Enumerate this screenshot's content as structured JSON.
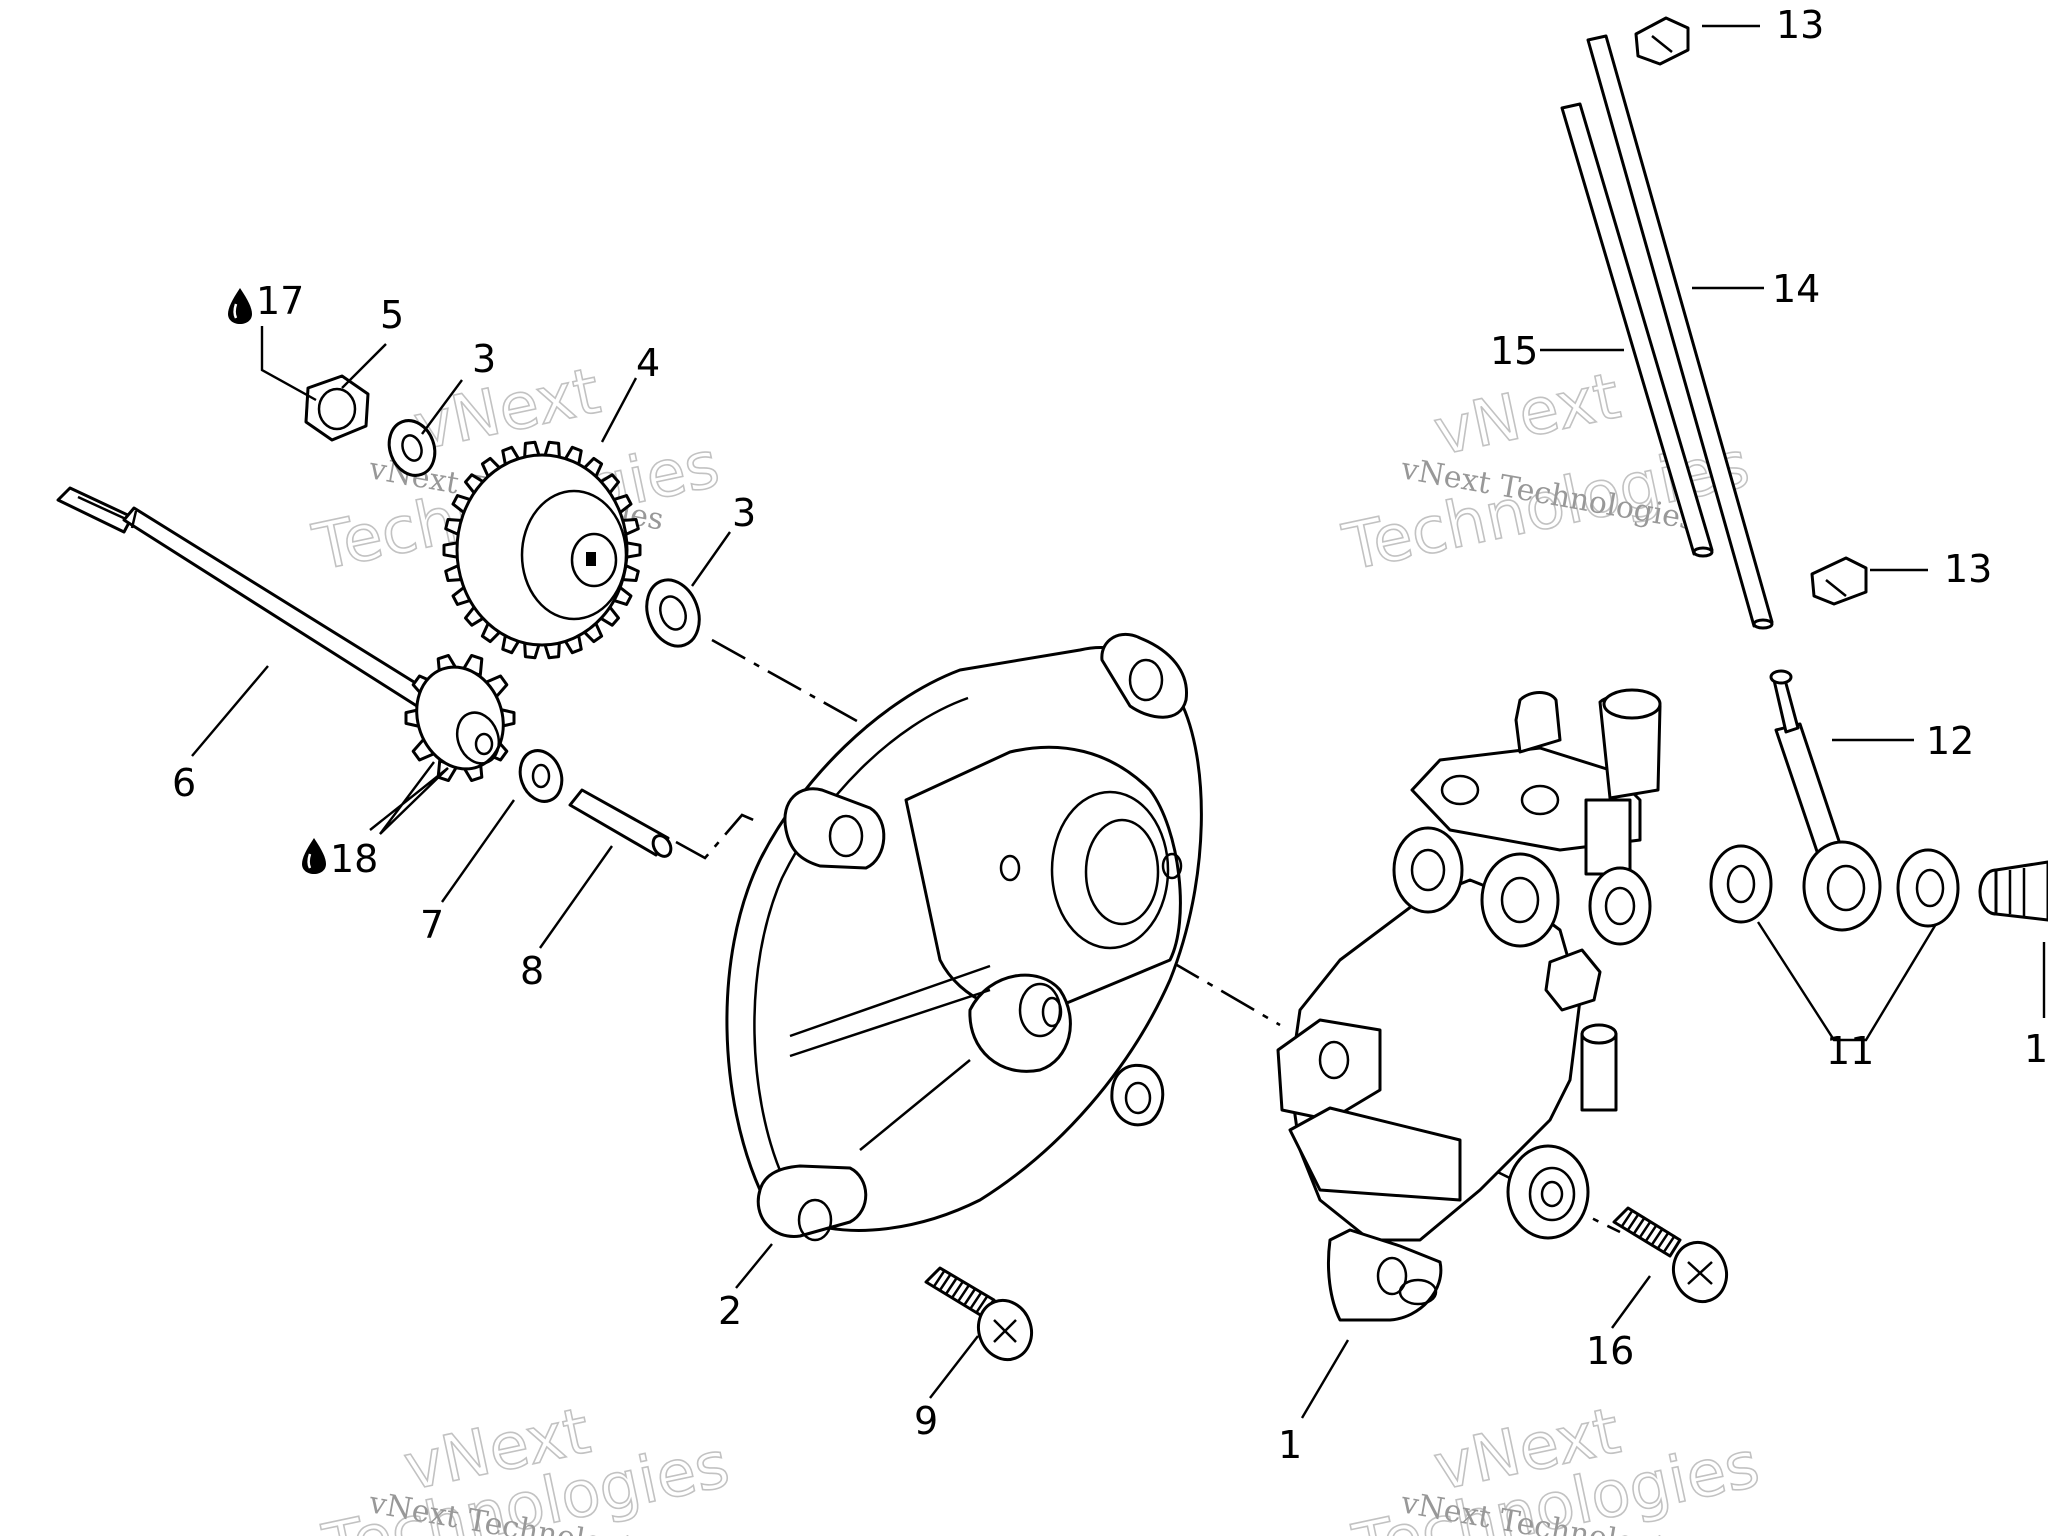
{
  "watermark": {
    "line1": "vNext Technologies",
    "outline_top": "vNext",
    "outline_bottom": "Technologies"
  },
  "callouts": {
    "c1": "1",
    "c2": "2",
    "c3a": "3",
    "c3b": "3",
    "c4": "4",
    "c5": "5",
    "c6": "6",
    "c7": "7",
    "c8": "8",
    "c9": "9",
    "c10": "1",
    "c11": "11",
    "c12": "12",
    "c13a": "13",
    "c13b": "13",
    "c14": "14",
    "c15": "15",
    "c16": "16",
    "c17": "17",
    "c18": "18"
  },
  "icons": {
    "lubricant": "oil-drop-icon"
  }
}
